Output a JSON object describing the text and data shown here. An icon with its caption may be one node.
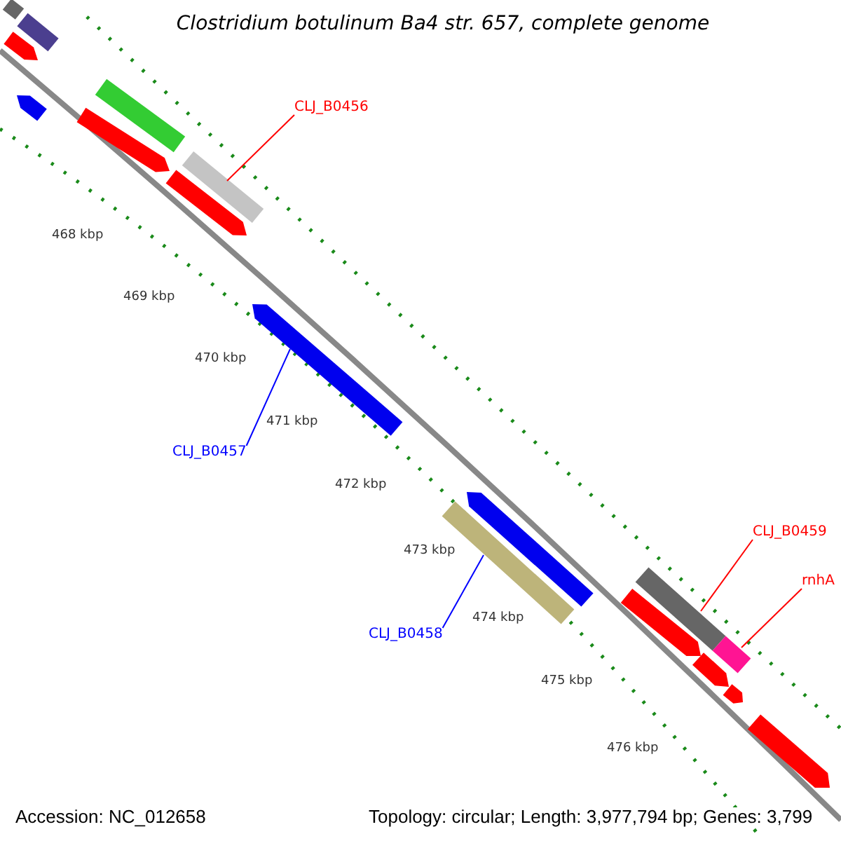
{
  "diagram": {
    "title": "Clostridium botulinum Ba4 str. 657, complete genome",
    "nodes": [
      {
        "text": [],
        "shape": "bar"
      },
      {
        "text": [],
        "shape": "bar"
      },
      {
        "text": [],
        "shape": "bar"
      },
      {
        "text": [],
        "shape": "bar"
      },
      {
        "text": [],
        "shape": "bar"
      },
      {
        "text": [],
        "shape": "bar"
      },
      {
        "text": [
          "CLJ_B0456"
        ]
      },
      {
        "text": [],
        "shape": "bar"
      },
      {
        "text": [],
        "shape": "bar"
      },
      {
        "text": [
          "CLJ_B0457"
        ]
      },
      {
        "text": [],
        "shape": "bar"
      },
      {
        "text": [],
        "shape": "bar"
      },
      {
        "text": [
          "CLJ_B0458"
        ]
      },
      {
        "text": [],
        "shape": "bar"
      },
      {
        "text": [
          "CLJ_B0459"
        ]
      },
      {
        "text": [],
        "shape": "bar"
      },
      {
        "text": [
          "rnhA"
        ]
      },
      {
        "text": [],
        "shape": "bar"
      },
      {
        "text": [],
        "shape": "bar"
      },
      {
        "text": [],
        "shape": "bar"
      },
      {
        "text": [],
        "shape": "bar"
      },
      {
        "text": [],
        "shape": "bar"
      }
    ],
    "edges": [
      {
        "from": 6,
        "to": 7,
        "arrow": "none"
      },
      {
        "from": 9,
        "to": 10,
        "arrow": "none",
        "color": "#0000ff"
      },
      {
        "from": 12,
        "to": 13,
        "arrow": "none",
        "color": "#0000ff"
      },
      {
        "from": 14,
        "to": 15,
        "arrow": "none"
      },
      {
        "from": 16,
        "to": 18,
        "arrow": "none"
      }
    ],
    "labels": [
      "468 kbp",
      "469 kbp",
      "470 kbp",
      "471 kbp",
      "472 kbp",
      "473 kbp",
      "474 kbp",
      "475 kbp",
      "476 kbp",
      "Accession: NC_012658",
      "Topology: circular; Length: 3,977,794 bp; Genes: 3,799"
    ]
  }
}
